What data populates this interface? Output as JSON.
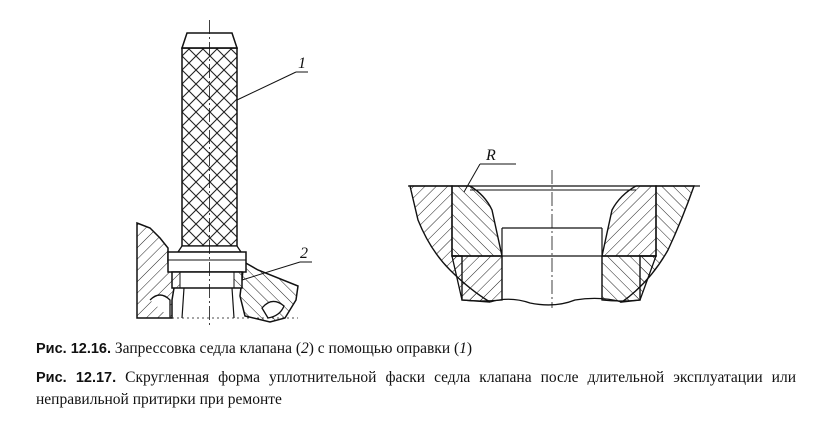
{
  "figure_12_16": {
    "callouts": [
      "1",
      "2"
    ]
  },
  "figure_12_17": {
    "callouts": [
      "R"
    ]
  },
  "captions": [
    {
      "label": "Рис. 12.16.",
      "text_parts": [
        "Запрессовка седла клапана (",
        "2",
        ") с помощью оправки (",
        "1",
        ")"
      ]
    },
    {
      "label": "Рис. 12.17.",
      "text": "Скругленная форма уплотнительной фаски седла клапана после длительной эксплуатации или неправильной притирки при ремонте"
    }
  ]
}
